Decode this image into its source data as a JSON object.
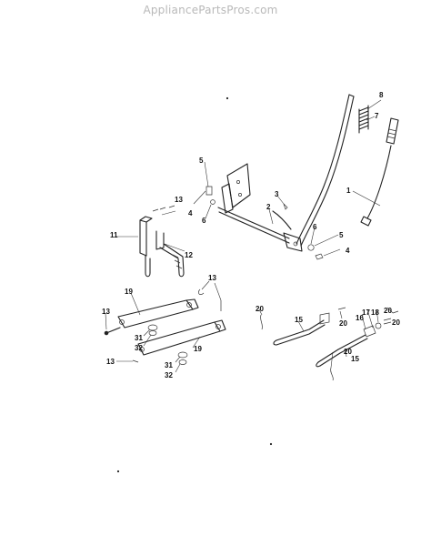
{
  "header": {
    "watermark": "AppliancePartsPros.com"
  },
  "callouts": [
    "1",
    "2",
    "3",
    "4",
    "5",
    "6",
    "7",
    "8",
    "11",
    "12",
    "13",
    "15",
    "16",
    "17",
    "18",
    "19",
    "20",
    "31",
    "32"
  ]
}
